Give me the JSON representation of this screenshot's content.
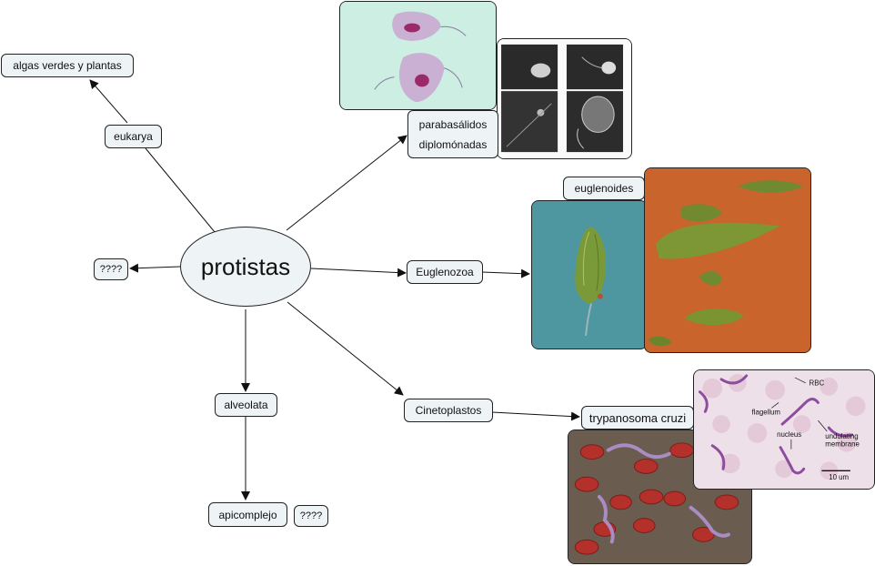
{
  "center": {
    "label": "protistas"
  },
  "nodes": {
    "eukarya": "eukarya",
    "algas": "algas verdes y plantas",
    "unknown_left": "????",
    "parabasalidos": "parabasálidos",
    "diplomonadas": "diplomónadas",
    "euglenoides": "euglenoides",
    "euglenozoa": "Euglenozoa",
    "cinetoplastos": "Cinetoplastos",
    "trypanosoma": "trypanosoma cruzi",
    "alveolata": "alveolata",
    "apicomplejo": "apicomplejo",
    "unknown_bottom": "????"
  },
  "micrograph_labels": {
    "rbc": "RBC",
    "flagellum": "flagellum",
    "nucleus": "nucleus",
    "undulating": "undulating",
    "membrane": "membrane",
    "scale": "10 um"
  },
  "colors": {
    "node_fill": "#eef3f6",
    "border": "#222222",
    "arrow": "#111111"
  }
}
